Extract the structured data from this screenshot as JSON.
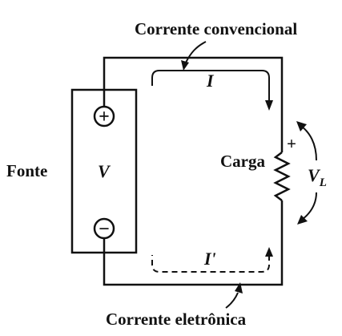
{
  "diagram": {
    "labels": {
      "conventional_current": "Corrente convencional",
      "electron_current": "Corrente eletrônica",
      "source": "Fonte",
      "source_voltage": "V",
      "load": "Carga",
      "current_conventional": "I",
      "current_electron": "I'",
      "load_voltage_symbol": "V",
      "load_voltage_subscript": "L",
      "positive_terminal": "+",
      "negative_terminal": "−",
      "load_positive": "+"
    },
    "colors": {
      "ink": "#111111",
      "background": "#ffffff"
    }
  }
}
